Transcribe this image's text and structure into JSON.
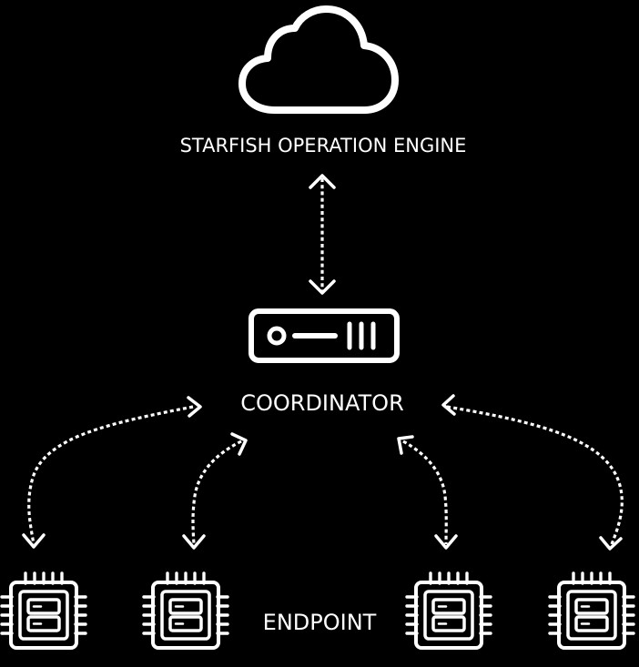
{
  "labels": {
    "engine": "STARFISH OPERATION ENGINE",
    "coordinator": "COORDINATOR",
    "endpoint": "ENDPOINT"
  },
  "nodes": {
    "engine_icon": "cloud-icon",
    "coordinator_icon": "server-icon",
    "endpoint_icon": "chip-server-icon",
    "endpoint_count": 4
  },
  "colors": {
    "background": "#000000",
    "foreground": "#ffffff"
  }
}
